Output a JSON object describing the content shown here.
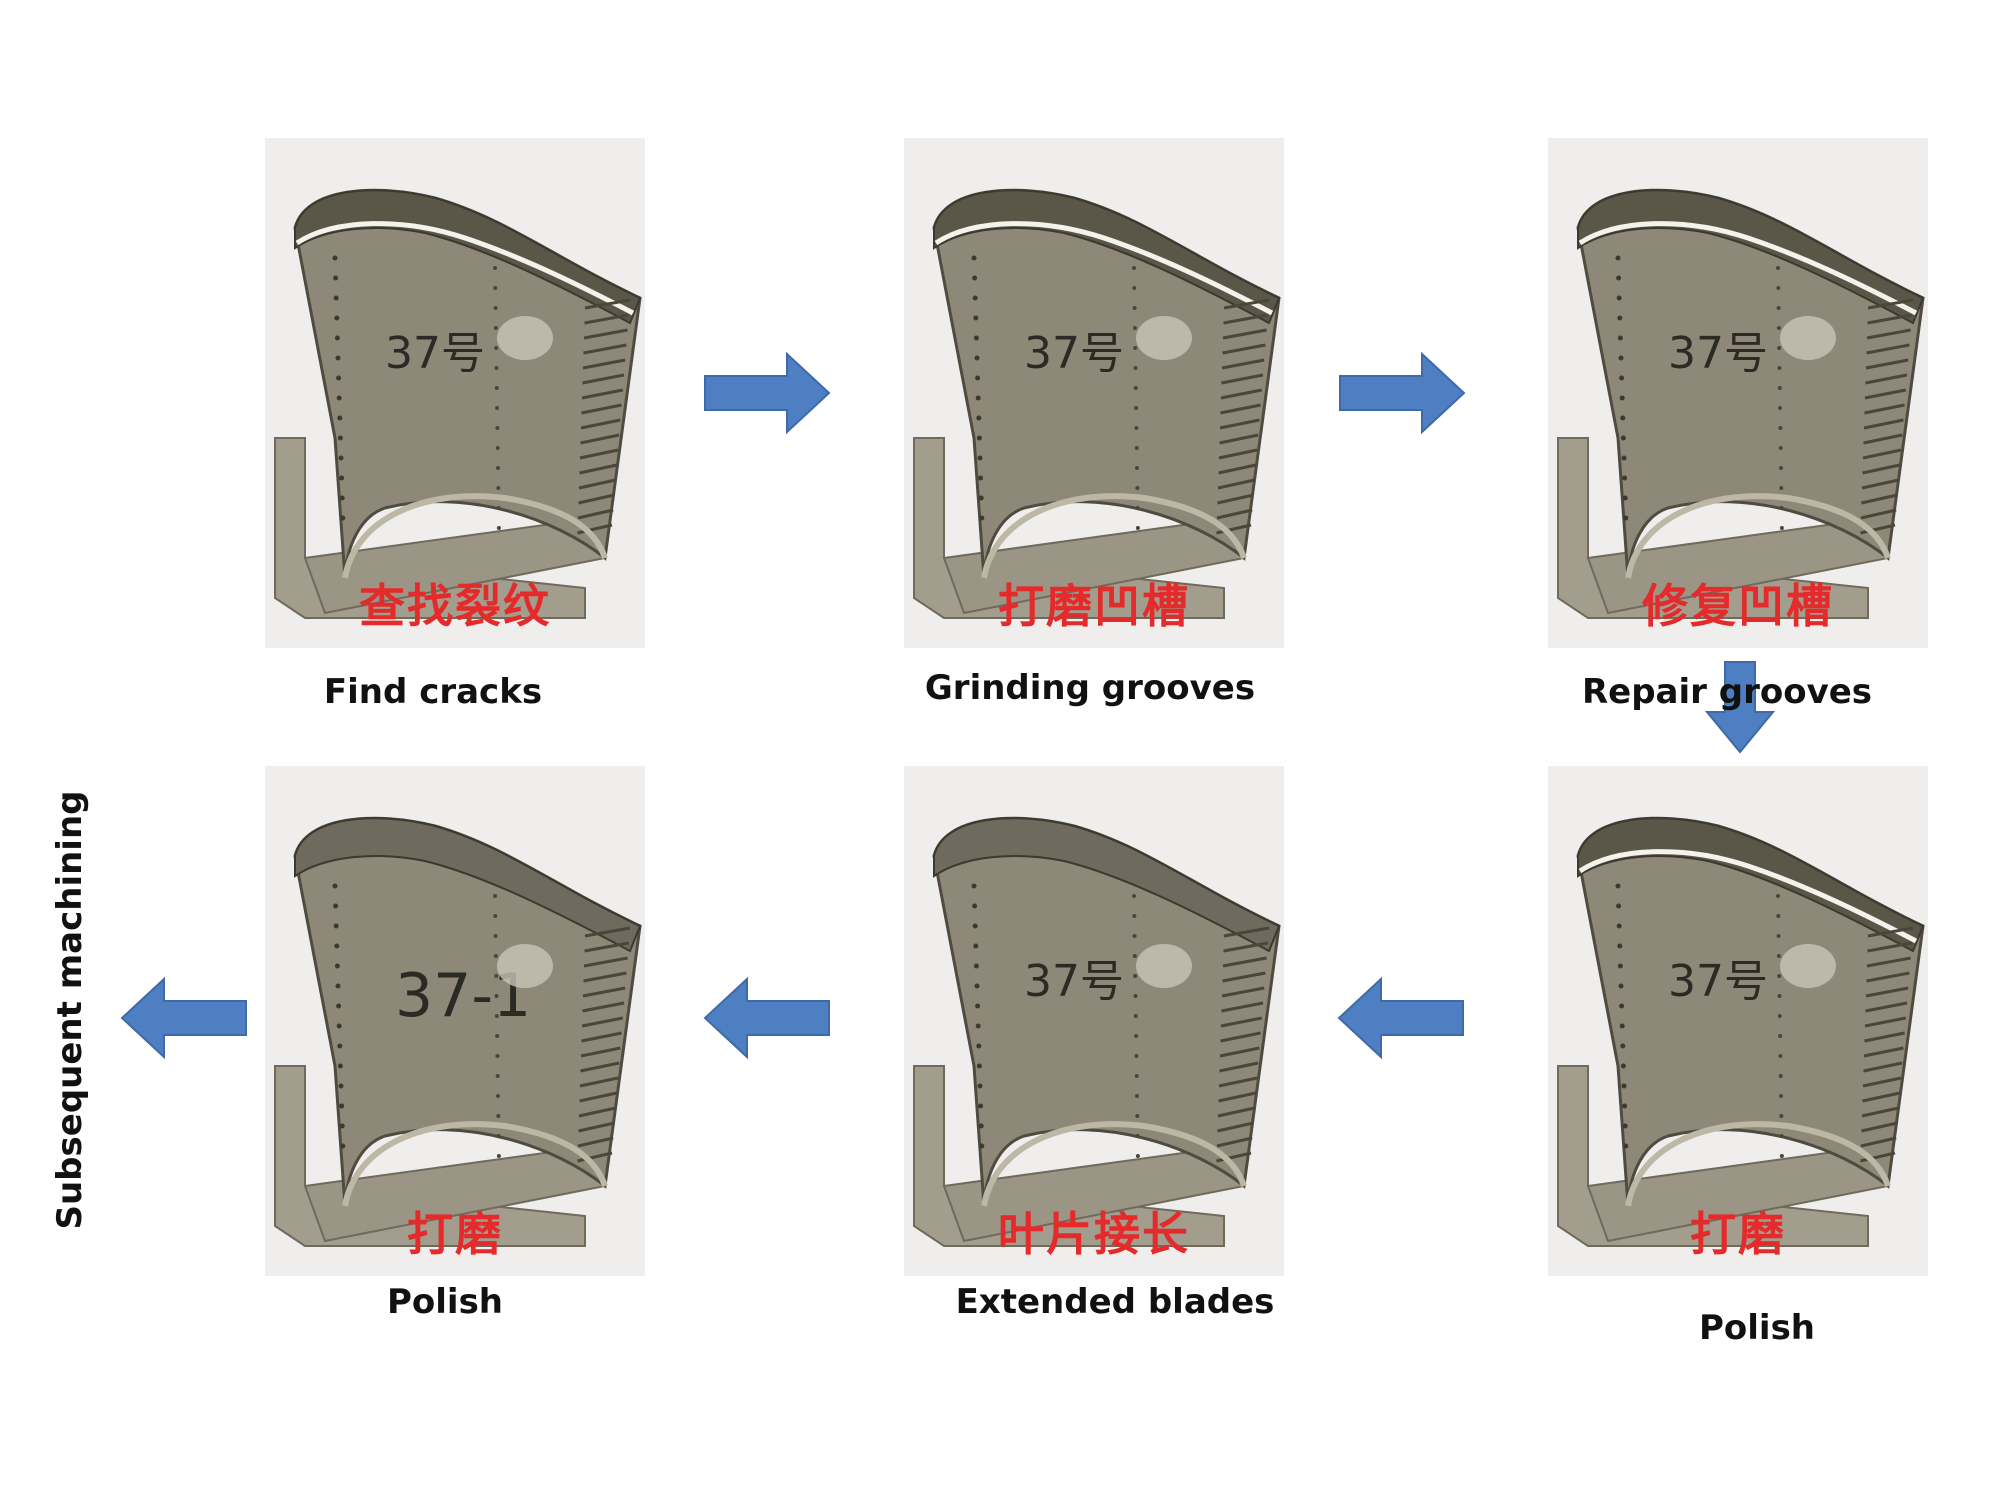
{
  "steps": [
    {
      "cn": "查找裂纹",
      "en": "Find cracks",
      "mark": "37号"
    },
    {
      "cn": "打磨凹槽",
      "en": "Grinding grooves",
      "mark": "37号"
    },
    {
      "cn": "修复凹槽",
      "en": "Repair grooves",
      "mark": "37号"
    },
    {
      "cn": "打磨",
      "en": "Polish",
      "mark": "37号"
    },
    {
      "cn": "叶片接长",
      "en": "Extended blades",
      "mark": "37号"
    },
    {
      "cn": "打磨",
      "en": "Polish",
      "mark": "37-1"
    }
  ],
  "final_step": "Subsequent machining",
  "colors": {
    "arrow": "#4f7fc3",
    "chinese_label": "#e42a2a",
    "blade_metal": "#8d8878",
    "panel_bg": "#efeeec"
  }
}
